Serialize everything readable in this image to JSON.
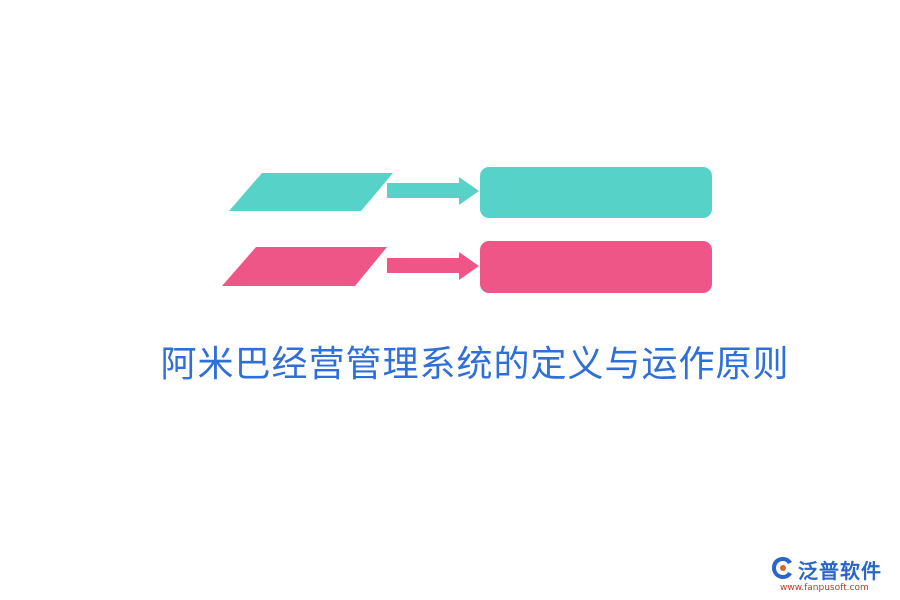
{
  "title": "阿米巴经营管理系统的定义与运作原则",
  "rows": [
    {
      "color": "#56d2c8"
    },
    {
      "color": "#ef5688"
    }
  ],
  "logo": {
    "name": "泛普软件",
    "url": "www.fanpusoft.com",
    "icon": "fanpu-logo-icon"
  }
}
